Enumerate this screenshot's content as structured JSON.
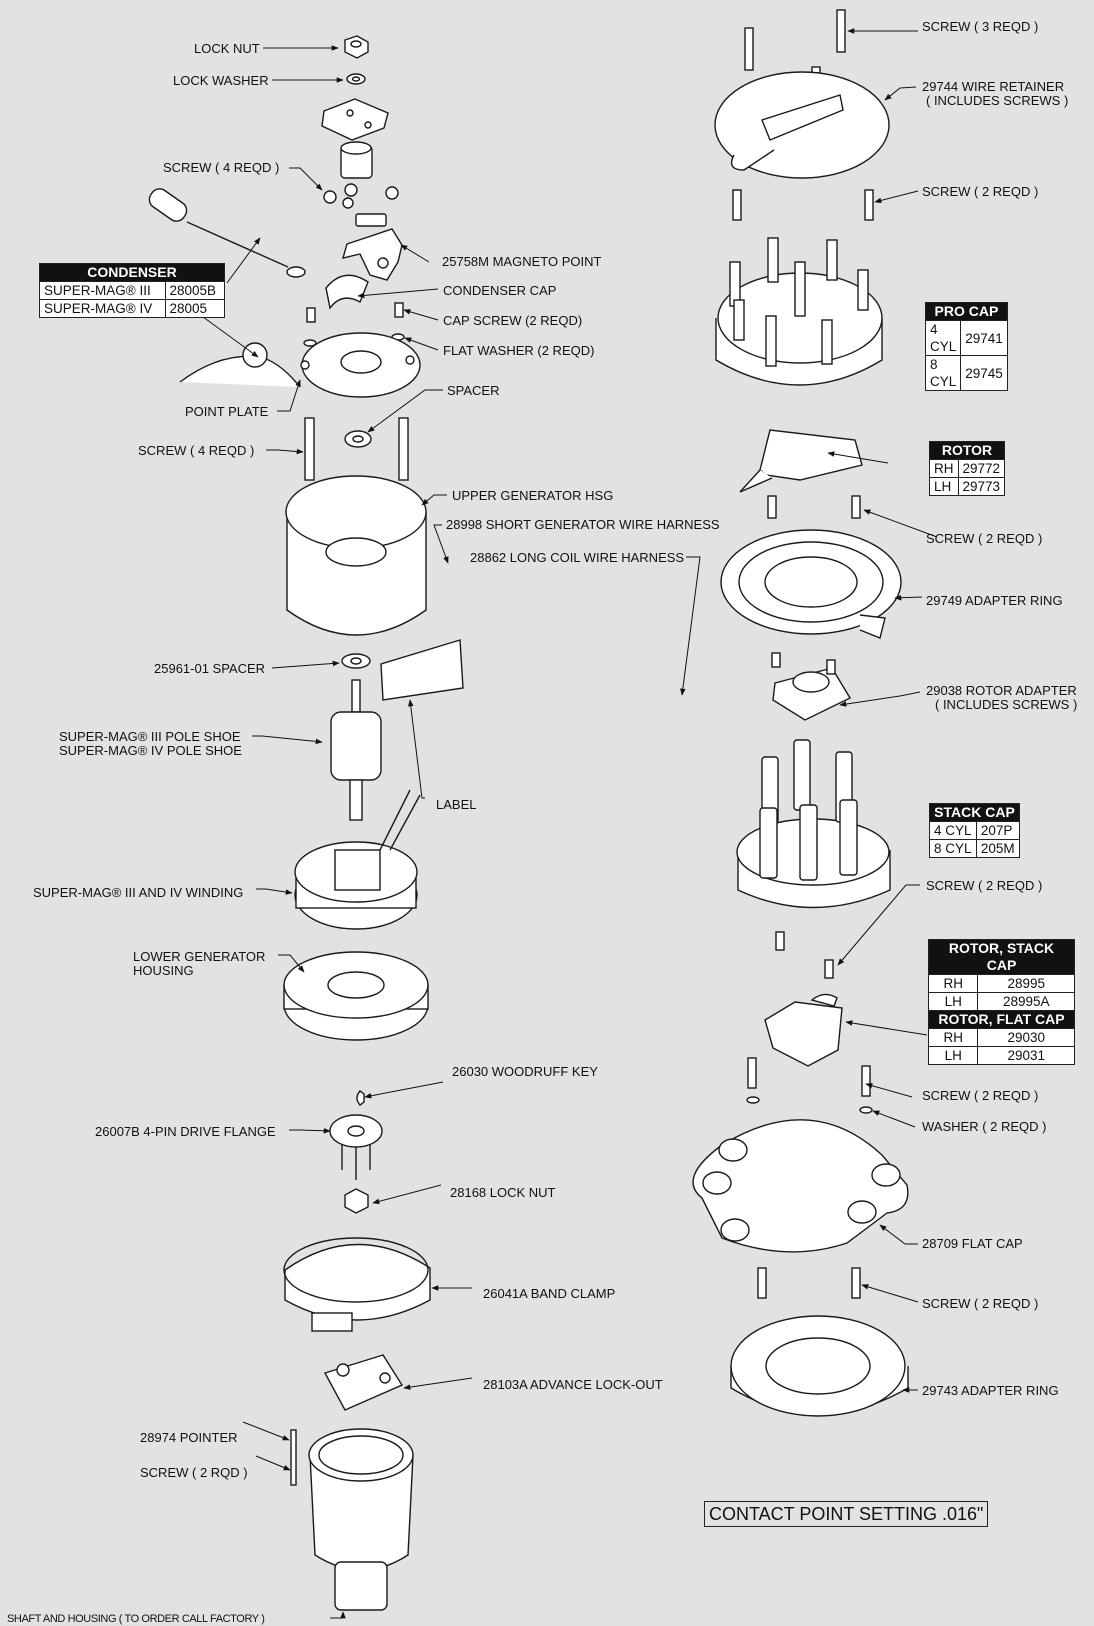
{
  "labels": {
    "lock_nut": "LOCK NUT",
    "lock_washer": "LOCK WASHER",
    "screw_4_top": "SCREW ( 4 REQD )",
    "magneto_point": "25758M MAGNETO POINT",
    "condenser_cap": "CONDENSER CAP",
    "cap_screw": "CAP SCREW (2 REQD)",
    "flat_washer": "FLAT WASHER (2 REQD)",
    "spacer": "SPACER",
    "point_plate": "POINT PLATE",
    "screw_4_lower": "SCREW ( 4 REQD )",
    "upper_gen_hsg": "UPPER GENERATOR HSG",
    "short_harness": "28998 SHORT GENERATOR WIRE HARNESS",
    "long_harness": "28862 LONG COIL WIRE HARNESS",
    "spacer_25961": "25961-01 SPACER",
    "pole_shoe_iii": "SUPER-MAG® III POLE SHOE",
    "pole_shoe_iv": "SUPER-MAG® IV POLE SHOE",
    "label": "LABEL",
    "winding": "SUPER-MAG® III AND IV WINDING",
    "lower_gen_1": "LOWER GENERATOR",
    "lower_gen_2": "HOUSING",
    "woodruff": "26030 WOODRUFF KEY",
    "drive_flange": "26007B 4-PIN DRIVE FLANGE",
    "lock_nut_28168": "28168 LOCK NUT",
    "band_clamp": "26041A BAND CLAMP",
    "advance_lockout": "28103A  ADVANCE LOCK-OUT",
    "pointer": "28974 POINTER",
    "screw_2_rqd": "SCREW ( 2 RQD )",
    "shaft_housing": "SHAFT AND HOUSING ( TO ORDER CALL FACTORY )",
    "screw_3": "SCREW ( 3 REQD )",
    "wire_retainer_1": "29744 WIRE RETAINER",
    "wire_retainer_2": "( INCLUDES SCREWS )",
    "screw_2_a": "SCREW ( 2 REQD )",
    "screw_2_b": "SCREW ( 2 REQD )",
    "adapter_ring_29749": "29749 ADAPTER RING",
    "rotor_adapter_1": "29038 ROTOR ADAPTER",
    "rotor_adapter_2": "( INCLUDES SCREWS )",
    "screw_2_c": "SCREW ( 2 REQD )",
    "screw_2_d": "SCREW ( 2 REQD )",
    "washer_2": "WASHER ( 2 REQD )",
    "flat_cap": "28709 FLAT CAP",
    "screw_2_e": "SCREW ( 2 REQD )",
    "adapter_ring_29743": "29743 ADAPTER RING"
  },
  "tables": {
    "condenser": {
      "title": "CONDENSER",
      "rows": [
        [
          "SUPER-MAG® III",
          "28005B"
        ],
        [
          "SUPER-MAG® IV",
          "28005"
        ]
      ]
    },
    "pro_cap": {
      "title": "PRO CAP",
      "rows": [
        [
          "4 CYL",
          "29741"
        ],
        [
          "8 CYL",
          "29745"
        ]
      ]
    },
    "rotor": {
      "title": "ROTOR",
      "rows": [
        [
          "RH",
          "29772"
        ],
        [
          "LH",
          "29773"
        ]
      ]
    },
    "stack_cap": {
      "title": "STACK CAP",
      "rows": [
        [
          "4 CYL",
          "207P"
        ],
        [
          "8 CYL",
          "205M"
        ]
      ]
    },
    "rotor_stack": {
      "title": "ROTOR, STACK CAP",
      "rows": [
        [
          "RH",
          "28995"
        ],
        [
          "LH",
          "28995A"
        ]
      ]
    },
    "rotor_flat": {
      "title": "ROTOR, FLAT CAP",
      "rows": [
        [
          "RH",
          "29030"
        ],
        [
          "LH",
          "29031"
        ]
      ]
    }
  },
  "note": "CONTACT POINT SETTING .016\"",
  "colors": {
    "background": "#e2e2e2",
    "line": "#1a1a1a",
    "part_fill": "#ffffff",
    "table_header": "#111111"
  }
}
